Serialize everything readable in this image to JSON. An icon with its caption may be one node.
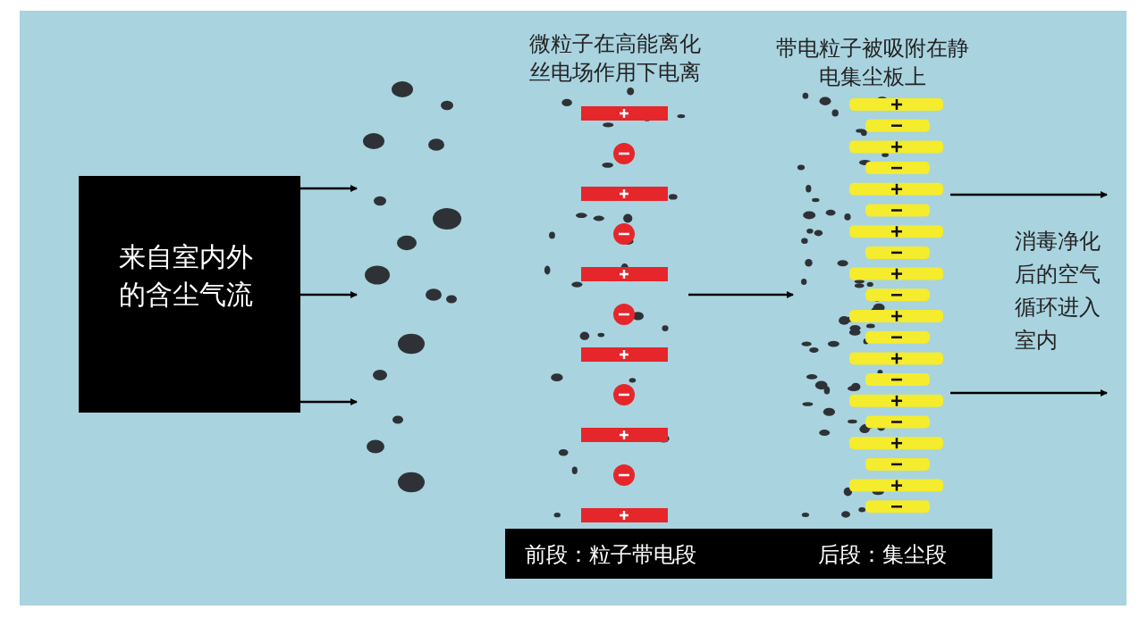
{
  "diagram": {
    "nodes": [
      {
        "text": [
          "来自室内外的含尘气流"
        ]
      },
      {
        "text": [],
        "shape": "picture"
      },
      {
        "text": [],
        "shape": "picture",
        "beside": [
          "微粒子在高能离化丝电场作用下电离"
        ]
      },
      {
        "text": [],
        "shape": "picture",
        "beside": [
          "带电粒子被吸附在静电集尘板上"
        ]
      },
      {
        "text": [
          "前段：粒子带电段",
          "后段：集尘段"
        ]
      }
    ],
    "edges": [
      {
        "from": 0,
        "to": 1,
        "arrow": "to"
      },
      {
        "from": 0,
        "to": 1,
        "arrow": "to"
      },
      {
        "from": 0,
        "to": 1,
        "arrow": "to"
      },
      {
        "from": 2,
        "to": 3,
        "arrow": "to"
      },
      {
        "from": 3,
        "to": null,
        "arrow": "to"
      },
      {
        "from": 3,
        "to": null,
        "arrow": "to"
      }
    ],
    "labels": [
      "消毒净化后的空气循环进入室内"
    ]
  }
}
